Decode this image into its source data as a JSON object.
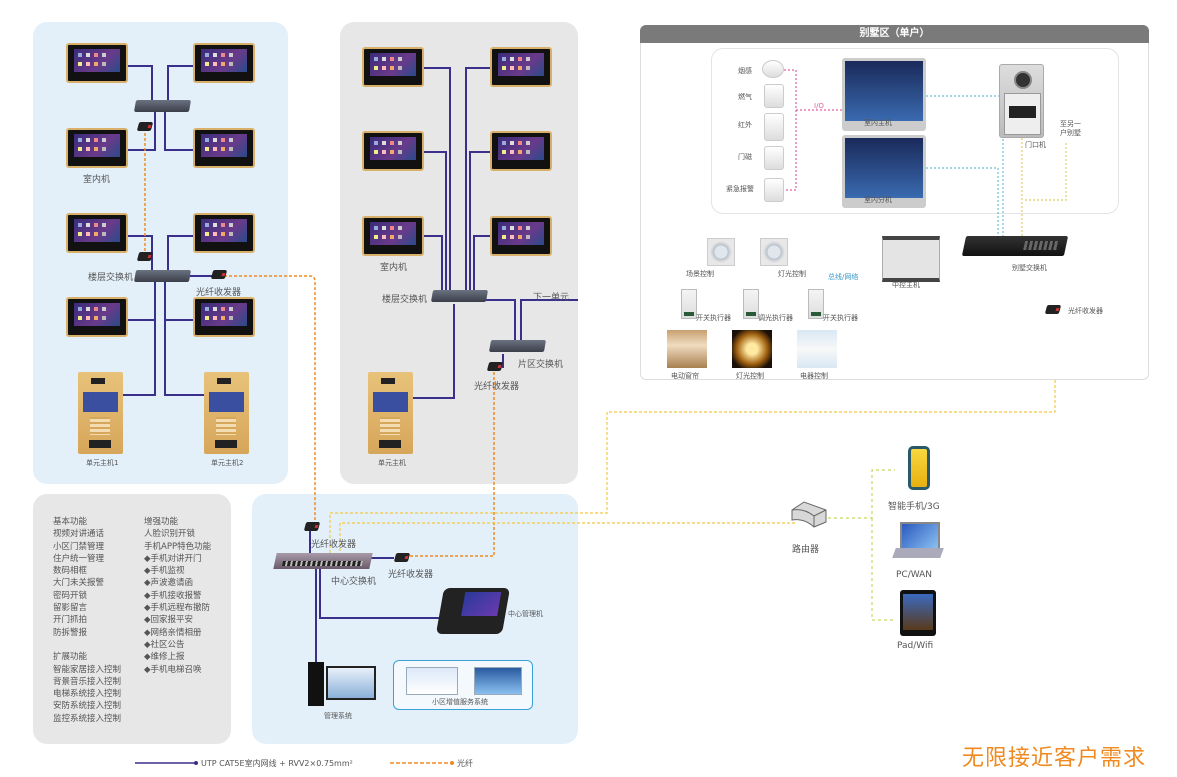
{
  "colors": {
    "utp_line": "#3a2f8a",
    "fiber_line": "#f08a20",
    "villa_fiber": "#f5c842",
    "villa_bus": "#6ac0d8",
    "io_line": "#e060a0",
    "slogan": "#f08a20"
  },
  "building_a": {
    "indoor_label": "室内机",
    "floor_switch_label": "楼层交换机",
    "fiber_label": "光纤收发器",
    "outdoor1_label": "单元主机1",
    "outdoor2_label": "单元主机2"
  },
  "building_b": {
    "indoor_label": "室内机",
    "floor_switch_label": "楼层交换机",
    "next_unit_label": "下一单元",
    "zone_switch_label": "片区交换机",
    "fiber_label": "光纤收发器",
    "outdoor_label": "单元主机"
  },
  "functions": {
    "basic": [
      "基本功能",
      "视频对讲通话",
      "小区门禁管理",
      "住户统一管理",
      "数码相框",
      "大门未关报警",
      "密码开锁",
      "留影留言",
      "开门抓拍",
      "防拆警报"
    ],
    "extended": [
      "扩展功能",
      "智能家居接入控制",
      "背景音乐接入控制",
      "电梯系统接入控制",
      "安防系统接入控制",
      "监控系统接入控制"
    ],
    "enhanced": [
      "增强功能",
      "人脸识别开锁",
      "手机APP特色功能",
      "◆手机对讲开门",
      "◆手机监视",
      "◆声波邀请函",
      "◆手机接收报警",
      "◆手机远程布撤防",
      "◆回家报平安",
      "◆网络亲情相册",
      "◆社区公告",
      "◆维修上报",
      "◆手机电梯召唤"
    ]
  },
  "center": {
    "fiber_top_label": "光纤收发器",
    "fiber_right_label": "光纤收发器",
    "switch_label": "中心交换机",
    "manager_label": "中心管理机",
    "pc_label": "管理系统",
    "service_label": "小区增值服务系统"
  },
  "villa": {
    "header": "别墅区（单户）",
    "sensors": [
      "烟感",
      "燃气",
      "红外",
      "门磁",
      "紧急报警"
    ],
    "io_label": "I/O",
    "main_monitor_label": "室内主机",
    "sub_monitor_label": "室内分机",
    "door_label": "门口机",
    "other_villa_label": "至另一户别墅",
    "scene_label": "场景控制",
    "light_ctrl_label": "灯光控制",
    "bus_label": "总线/网络",
    "ctrl_host_label": "中控主机",
    "switch_label": "别墅交换机",
    "fiber_label": "光纤收发器",
    "executors": [
      "开关执行器",
      "调光执行器",
      "开关执行器"
    ],
    "loads": [
      "电动窗帘",
      "灯光控制",
      "电器控制"
    ]
  },
  "remote": {
    "router_label": "路由器",
    "devices": [
      "智能手机/3G",
      "PC/WAN",
      "Pad/Wifi"
    ]
  },
  "legend": {
    "utp": "UTP CAT5E室内网线 + RVV2×0.75mm²",
    "fiber": "光纤"
  },
  "slogan": "无限接近客户需求"
}
